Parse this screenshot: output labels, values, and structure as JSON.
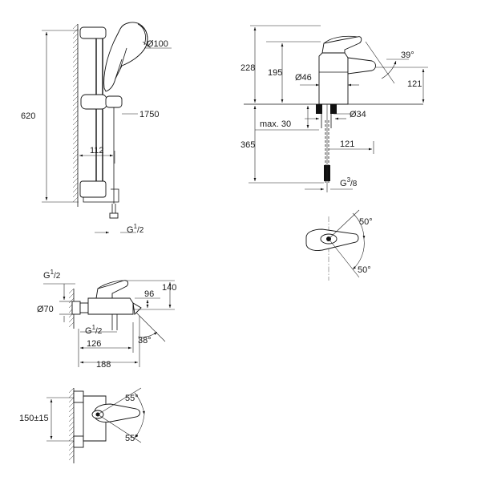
{
  "shower_set": {
    "labels": {
      "head_diameter": "Ø100",
      "rail_height": "620",
      "hose_length": "1750",
      "wall_offset": "112",
      "inlet_g": "G",
      "inlet_sup": "1",
      "inlet_sub": "/2"
    }
  },
  "basin_mixer": {
    "labels": {
      "total_height": "228",
      "spout_height": "195",
      "body_diameter": "Ø46",
      "lever_angle": "39°",
      "spout_reach": "121",
      "max_deck": "max. 30",
      "hole_diameter": "Ø34",
      "below_deck": "365",
      "hose_reach": "121",
      "connection_g": "G",
      "connection_sup": "3",
      "connection_sub": "/8"
    },
    "top_view": {
      "rotation_upper": "50°",
      "rotation_lower": "50°"
    }
  },
  "bath_mixer": {
    "labels": {
      "inlet_g": "G",
      "inlet_sup": "1",
      "inlet_sub": "/2",
      "rosette_diameter": "Ø70",
      "height_total": "140",
      "height_body": "96",
      "outlet_g": "G",
      "outlet_sup": "1",
      "outlet_sub": "/2",
      "spout_projection": "126",
      "spout_angle": "38°",
      "overall_projection": "188"
    },
    "top_view": {
      "center_distance": "150±15",
      "rotation_upper": "55°",
      "rotation_lower": "55°"
    }
  }
}
